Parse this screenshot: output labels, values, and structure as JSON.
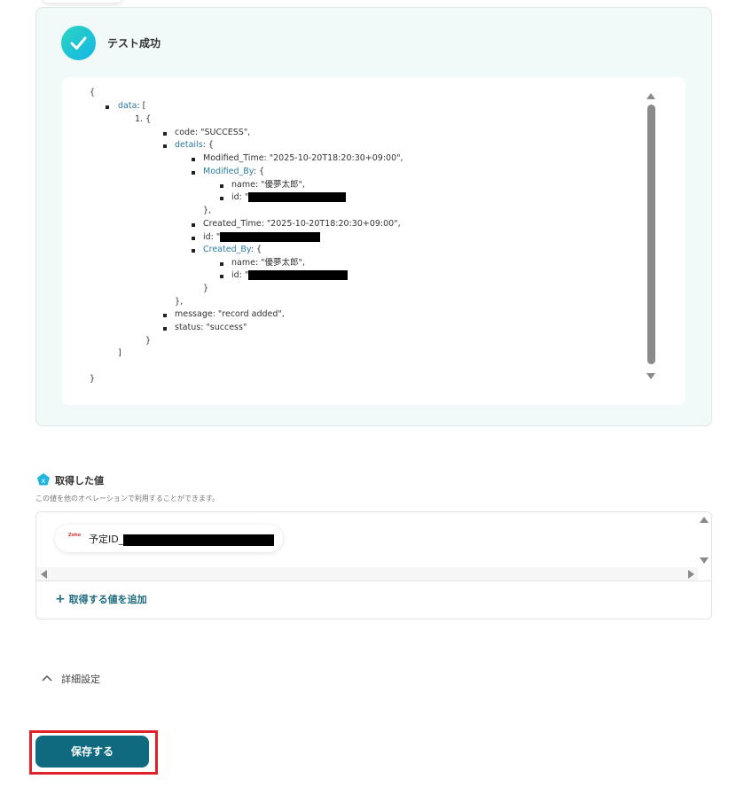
{
  "result": {
    "title": "テスト成功",
    "colors": {
      "check": "#14b6e6",
      "key": "#2a7aa0"
    },
    "lines": {
      "l0": "{",
      "l1k": "data",
      "l1": ": [",
      "l2": "1. {",
      "l3": "code: \"SUCCESS\",",
      "l4k": "details",
      "l4": ": {",
      "l5": "Modified_Time: \"2025-10-20T18:20:30+09:00\",",
      "l6k": "Modified_By",
      "l6": ": {",
      "l7": "name: \"優夢太郎\",",
      "l8": "id: \"",
      "l9": "},",
      "l10": "Created_Time: \"2025-10-20T18:20:30+09:00\",",
      "l11": "id: \"",
      "l12k": "Created_By",
      "l12": ": {",
      "l13": "name: \"優夢太郎\",",
      "l14": "id: \"",
      "l15": "}",
      "l16": "},",
      "l17": "message: \"record added\",",
      "l18": "status: \"success\"",
      "l19": "}",
      "l20": "]",
      "l21": "}"
    }
  },
  "values": {
    "title": "取得した値",
    "subtitle": "この値を他のオペレーションで利用することができます。",
    "pill_label": "予定ID_",
    "pill_app": "Zoho",
    "add_label": "取得する値を追加"
  },
  "advanced": {
    "label": "詳細設定"
  },
  "save": {
    "label": "保存する",
    "accent": "#0f6a80"
  }
}
